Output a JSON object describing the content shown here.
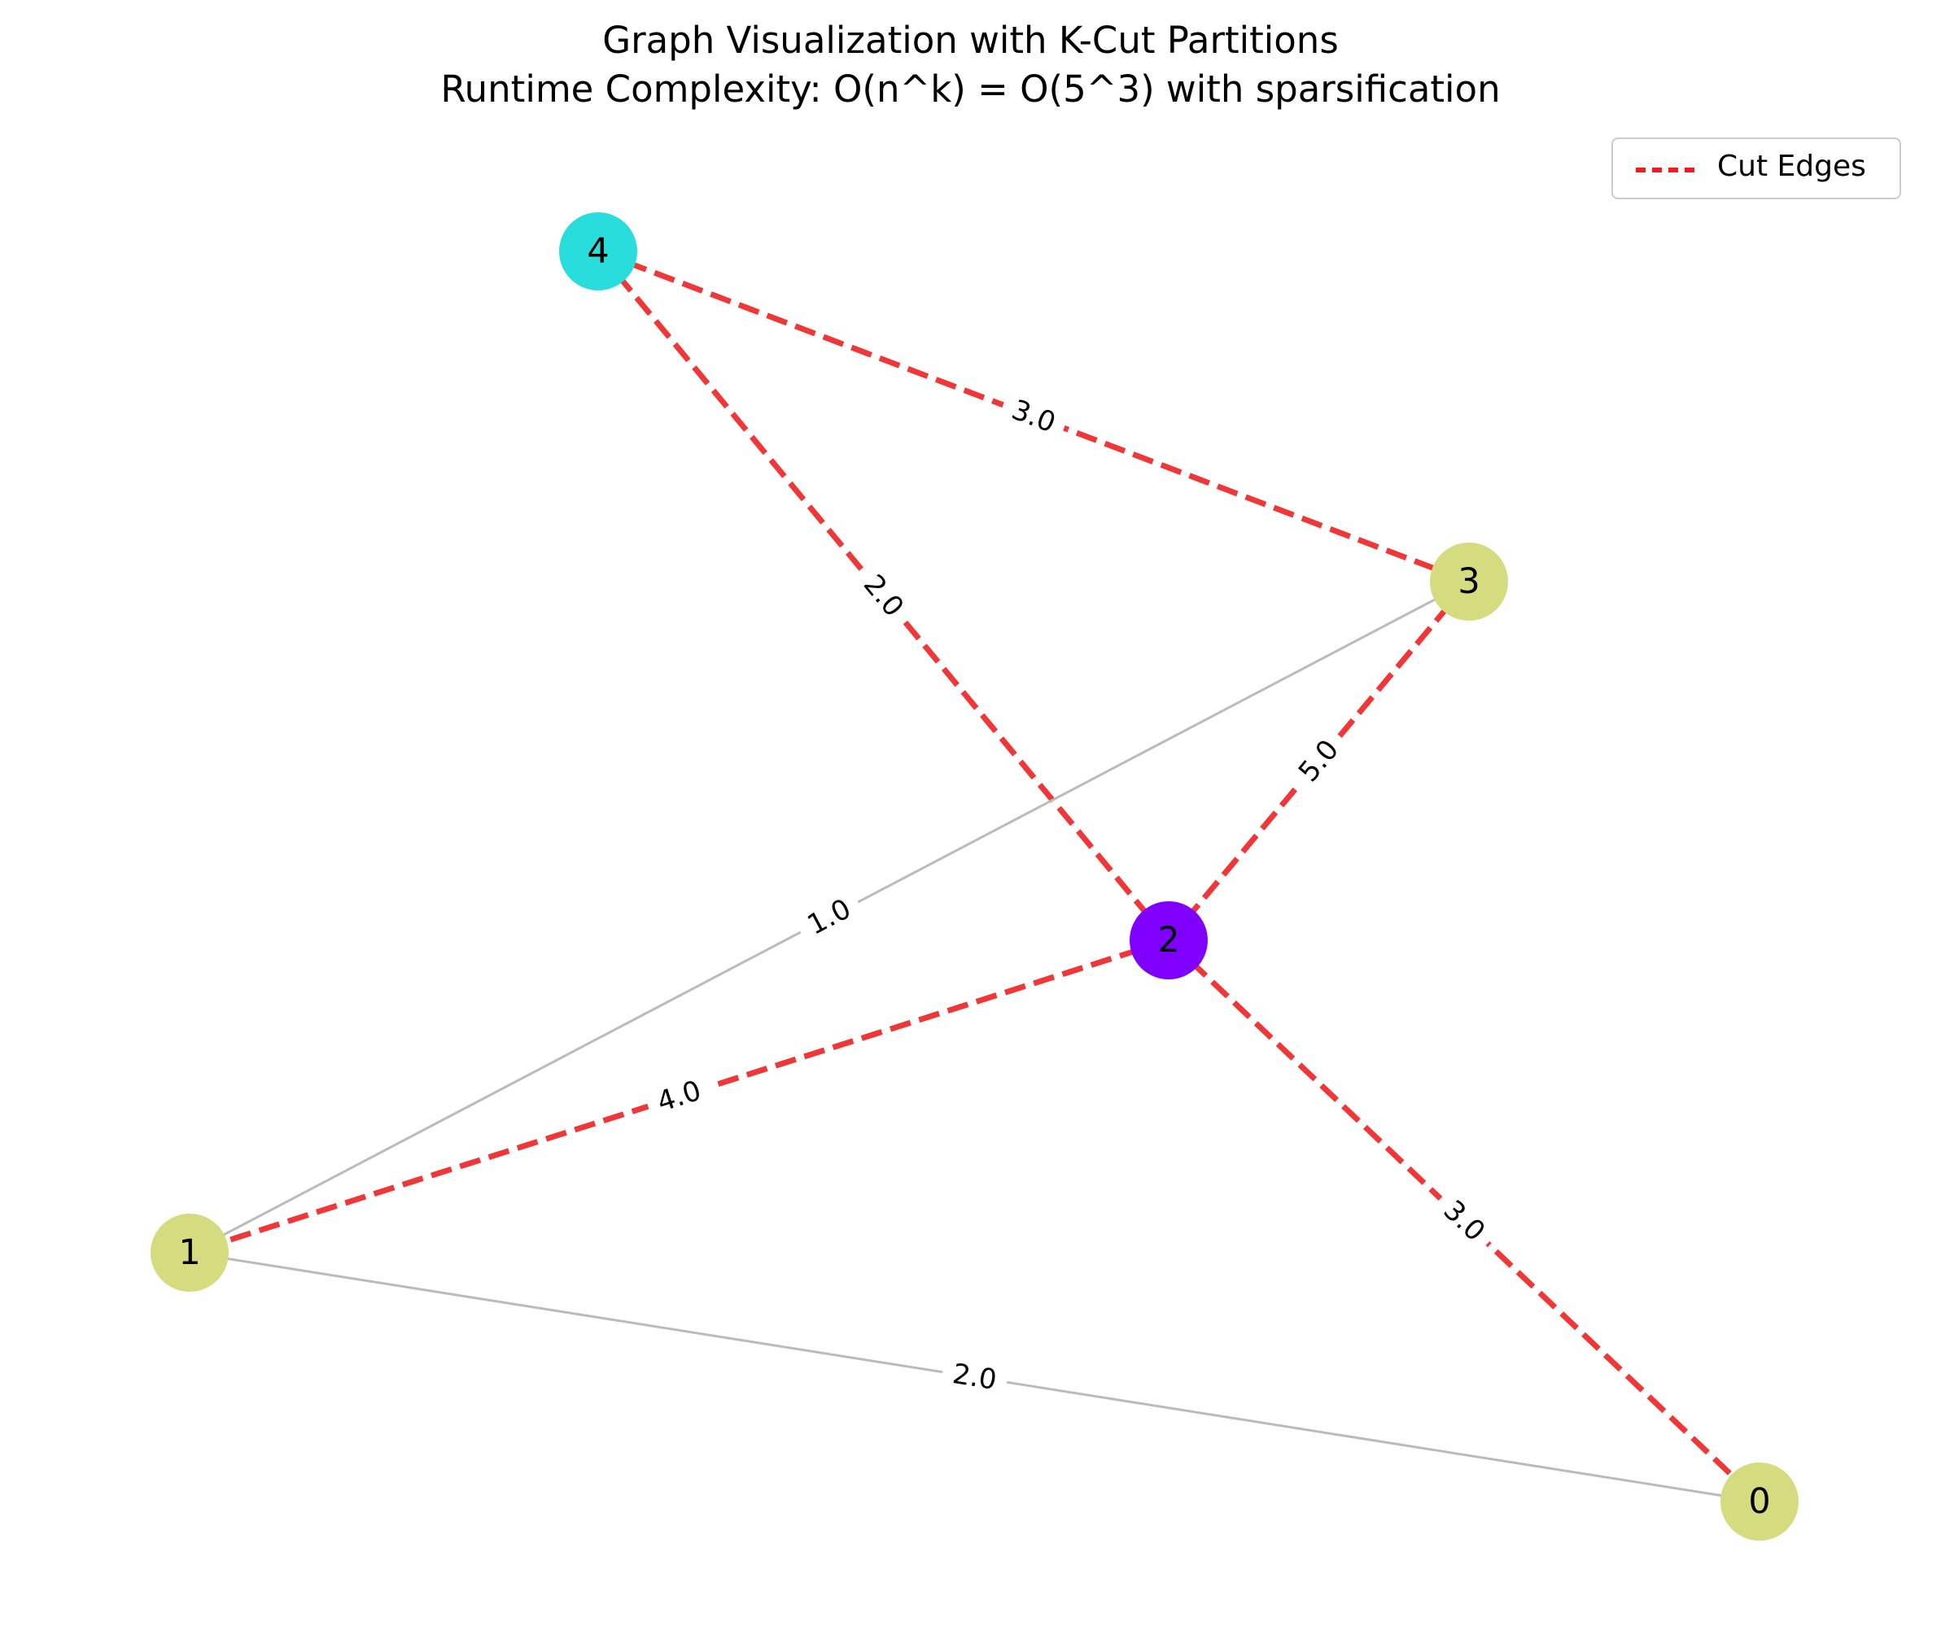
{
  "title": {
    "line1": "Graph Visualization with K-Cut Partitions",
    "line2": "Runtime Complexity: O(n^k) = O(5^3) with sparsification"
  },
  "legend": {
    "label": "Cut Edges",
    "line_color": "#ee1c1c"
  },
  "colors": {
    "cut_edge": "#ee2020",
    "normal_edge": "#bbbbbb",
    "partition_a": "#d4dc7f",
    "partition_b": "#7f00ff",
    "partition_c": "#2adddd"
  },
  "nodes": [
    {
      "id": "0",
      "label": "0",
      "partition": "a"
    },
    {
      "id": "1",
      "label": "1",
      "partition": "a"
    },
    {
      "id": "2",
      "label": "2",
      "partition": "b"
    },
    {
      "id": "3",
      "label": "3",
      "partition": "a"
    },
    {
      "id": "4",
      "label": "4",
      "partition": "c"
    }
  ],
  "edges": [
    {
      "source": "4",
      "target": "3",
      "weight": "3.0",
      "cut": true
    },
    {
      "source": "4",
      "target": "2",
      "weight": "2.0",
      "cut": true
    },
    {
      "source": "3",
      "target": "2",
      "weight": "5.0",
      "cut": true
    },
    {
      "source": "3",
      "target": "1",
      "weight": "1.0",
      "cut": false
    },
    {
      "source": "2",
      "target": "1",
      "weight": "4.0",
      "cut": true
    },
    {
      "source": "2",
      "target": "0",
      "weight": "3.0",
      "cut": true
    },
    {
      "source": "1",
      "target": "0",
      "weight": "2.0",
      "cut": false
    }
  ]
}
